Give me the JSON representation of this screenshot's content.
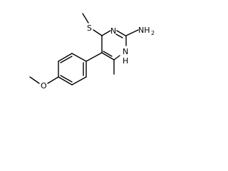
{
  "molecule": {
    "atoms": {
      "amine": "NH",
      "amine_h": "2",
      "ring_n_top": "N",
      "ring_nh": "N",
      "ring_nh_h": "H",
      "sulfur": "S",
      "oxygen": "O"
    }
  }
}
